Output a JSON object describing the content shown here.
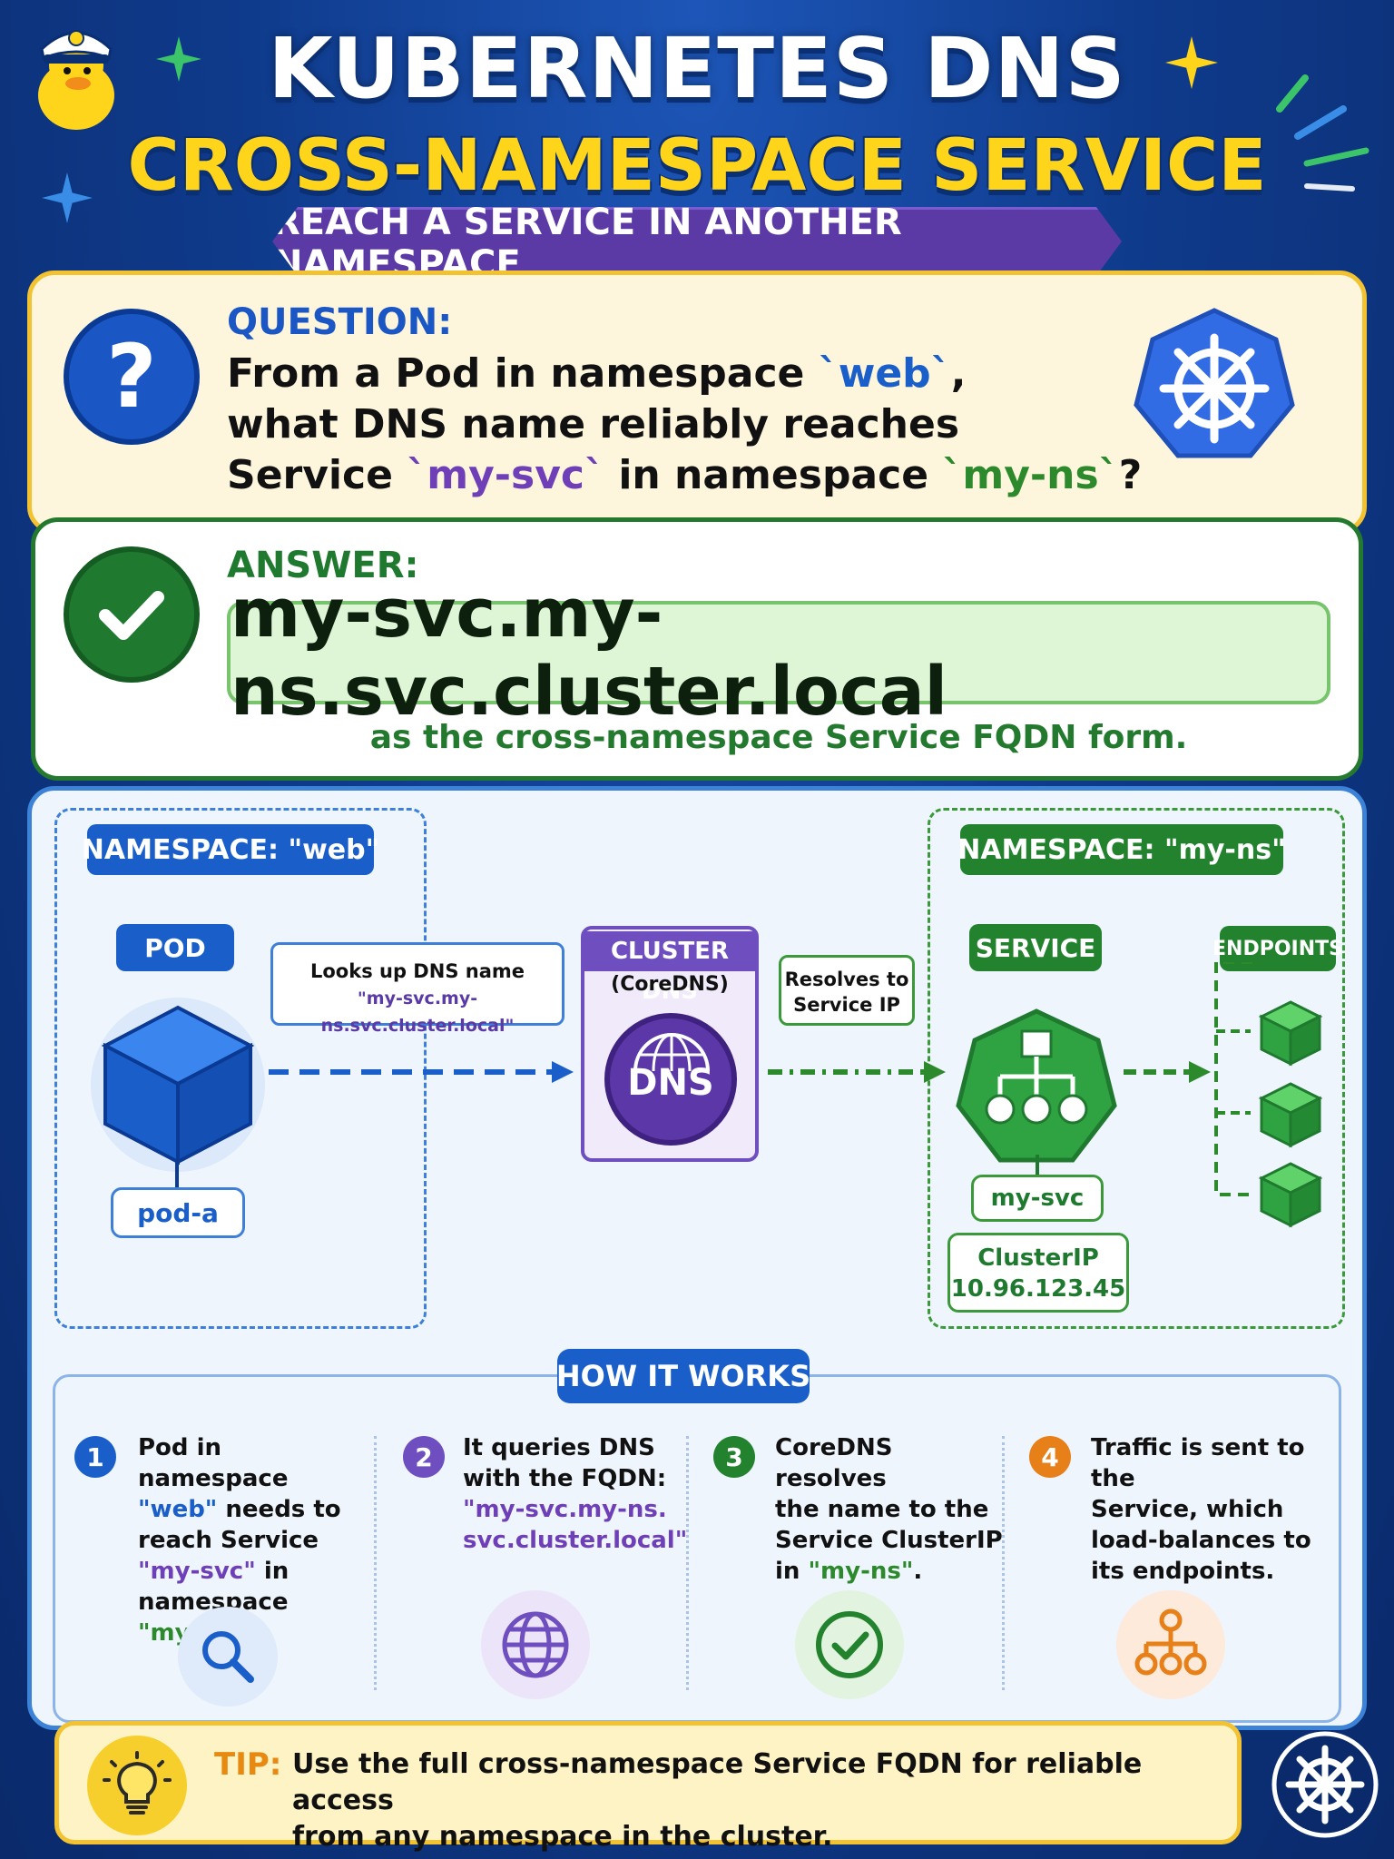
{
  "header": {
    "title_line1": "KUBERNETES DNS",
    "title_line2": "CROSS-NAMESPACE SERVICE ACCESS",
    "ribbon": "REACH A SERVICE IN ANOTHER NAMESPACE"
  },
  "question": {
    "label": "QUESTION:",
    "line1_a": "From a Pod in namespace ",
    "line1_b": "`web`",
    "line1_c": ",",
    "line2": "what DNS name reliably reaches",
    "line3_a": "Service ",
    "line3_b": "`my-svc`",
    "line3_c": " in namespace ",
    "line3_d": "`my-ns`",
    "line3_e": "?"
  },
  "answer": {
    "label": "ANSWER:",
    "fqdn": "my-svc.my-ns.svc.cluster.local",
    "note": "as the cross-namespace Service FQDN form."
  },
  "diagram": {
    "ns_web": "NAMESPACE: \"web\"",
    "ns_myns": "NAMESPACE: \"my-ns\"",
    "pod_label": "POD",
    "pod_name": "pod-a",
    "lookup_line1": "Looks up DNS name",
    "lookup_line2": "\"my-svc.my-ns.svc.cluster.local\"",
    "dns_title": "CLUSTER DNS",
    "dns_sub": "(CoreDNS)",
    "dns_icon_text": "DNS",
    "resolves_line1": "Resolves to",
    "resolves_line2": "Service IP",
    "service_label": "SERVICE",
    "service_name": "my-svc",
    "clusterip_label": "ClusterIP",
    "clusterip_value": "10.96.123.45",
    "endpoints_label": "ENDPOINTS"
  },
  "how": {
    "label": "HOW IT WORKS",
    "steps": [
      {
        "num": "1",
        "color": "#1a5fc9",
        "icon": "search-icon",
        "t1": "Pod in namespace",
        "t2": "\"web\"",
        "t3": " needs to",
        "t4": "reach Service",
        "t5": "\"my-svc\"",
        "t6": " in",
        "t7": "namespace",
        "t8": "\"my-ns\"",
        "t9": "."
      },
      {
        "num": "2",
        "color": "#6f4fc0",
        "icon": "globe-icon",
        "t1": "It queries DNS",
        "t2": "with the FQDN:",
        "t3": "\"my-svc.my-ns.",
        "t4": "svc.cluster.local\""
      },
      {
        "num": "3",
        "color": "#23822e",
        "icon": "check-circle-icon",
        "t1": "CoreDNS resolves",
        "t2": "the name to the",
        "t3": "Service ClusterIP",
        "t4": "in ",
        "t5": "\"my-ns\"",
        "t6": "."
      },
      {
        "num": "4",
        "color": "#e8801a",
        "icon": "hierarchy-icon",
        "t1": "Traffic is sent to the",
        "t2": "Service, which",
        "t3": "load-balances to",
        "t4": "its endpoints."
      }
    ]
  },
  "tip": {
    "label": "TIP:",
    "text_line1": "Use the full cross-namespace Service FQDN for reliable access",
    "text_line2": "from any namespace in the cluster."
  },
  "colors": {
    "k8s_blue": "#326ce5",
    "pod_blue": "#1a5fc9",
    "dns_purple": "#5c37a8",
    "service_green": "#23822e",
    "tip_yellow": "#f2c230"
  }
}
